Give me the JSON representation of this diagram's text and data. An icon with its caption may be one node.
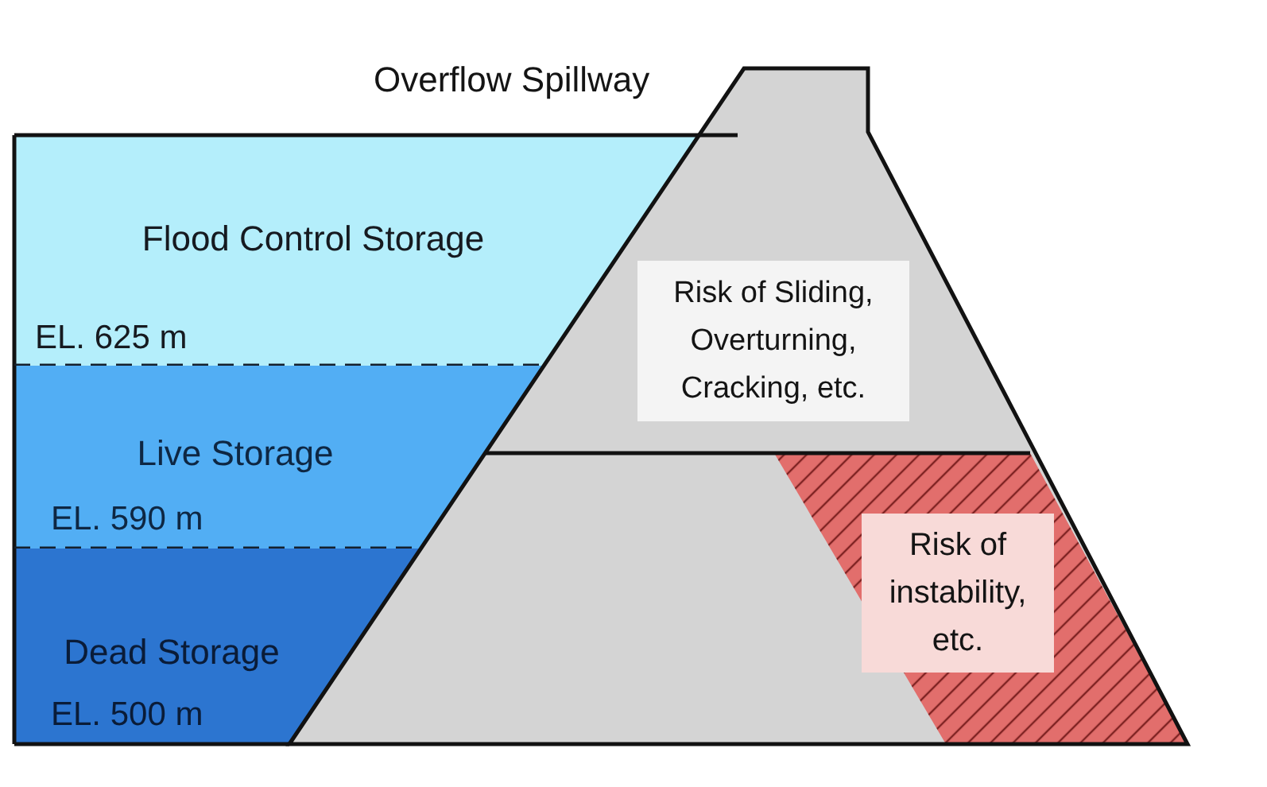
{
  "diagram": {
    "nodes": [
      {
        "text": [
          "Flood Control Storage",
          "EL. 625 m"
        ]
      },
      {
        "text": [
          "Live Storage",
          "EL. 590 m"
        ]
      },
      {
        "text": [
          "Dead Storage",
          "EL. 500 m"
        ]
      },
      {
        "text": [
          "Risk of Sliding, Overturning, Cracking, etc."
        ]
      },
      {
        "text": [
          "Risk of instability, etc."
        ]
      }
    ],
    "labels": [
      "Overflow Spillway"
    ]
  }
}
